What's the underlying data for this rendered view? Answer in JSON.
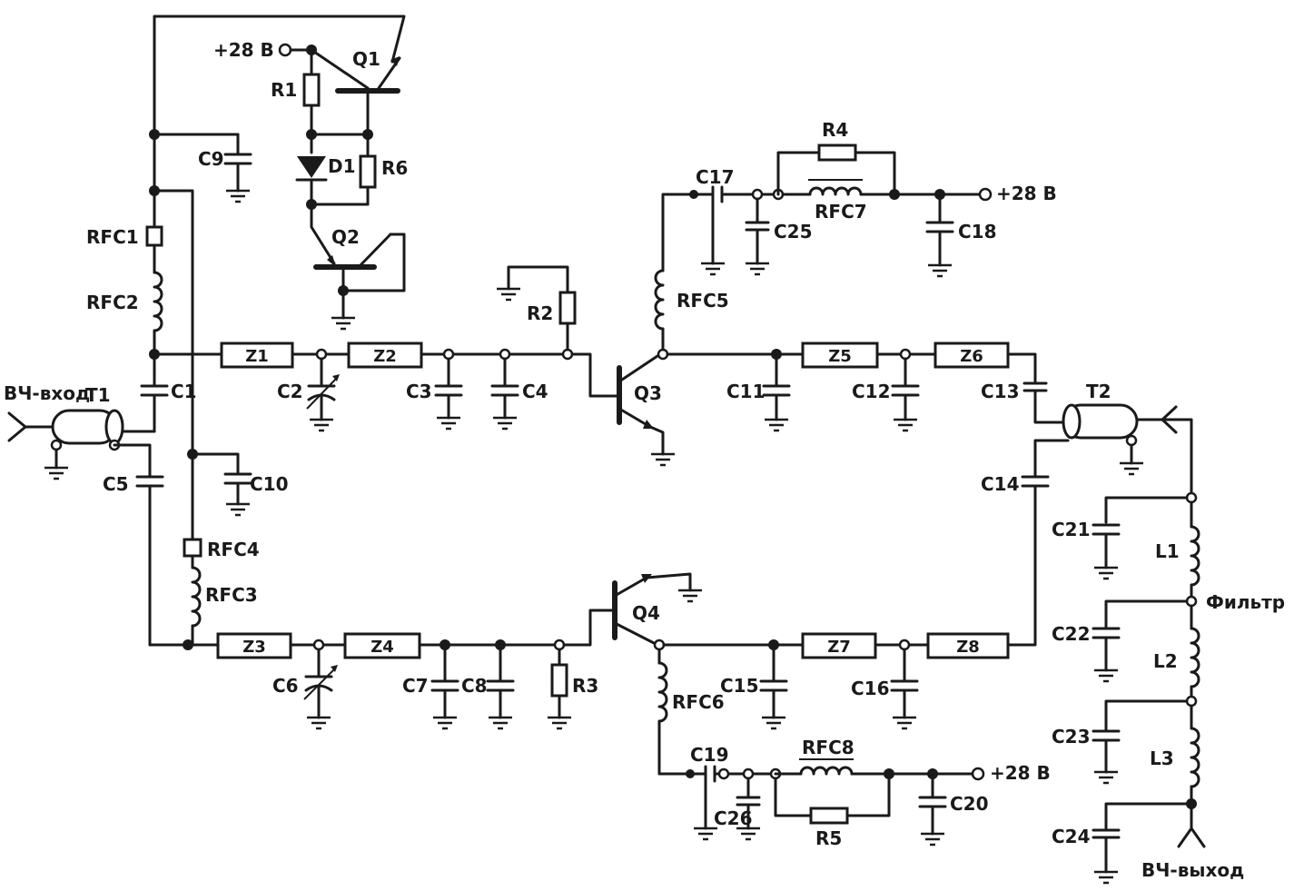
{
  "labels": {
    "supply_top": "+28 В",
    "supply_right_top": "+28 В",
    "supply_right_bottom": "+28 В",
    "rf_input": "ВЧ-вход",
    "rf_output": "ВЧ-выход",
    "filter": "Фильтр"
  },
  "transistors": {
    "q1": "Q1",
    "q2": "Q2",
    "q3": "Q3",
    "q4": "Q4"
  },
  "diode": "D1",
  "resistors": {
    "r1": "R1",
    "r2": "R2",
    "r3": "R3",
    "r4": "R4",
    "r5": "R5",
    "r6": "R6"
  },
  "rfcs": {
    "rfc1": "RFC1",
    "rfc2": "RFC2",
    "rfc3": "RFC3",
    "rfc4": "RFC4",
    "rfc5": "RFC5",
    "rfc6": "RFC6",
    "rfc7": "RFC7",
    "rfc8": "RFC8"
  },
  "capacitors": {
    "c1": "C1",
    "c2": "C2",
    "c3": "C3",
    "c4": "C4",
    "c5": "C5",
    "c6": "C6",
    "c7": "C7",
    "c8": "C8",
    "c9": "C9",
    "c10": "C10",
    "c11": "C11",
    "c12": "C12",
    "c13": "C13",
    "c14": "C14",
    "c15": "C15",
    "c16": "C16",
    "c17": "C17",
    "c18": "C18",
    "c19": "C19",
    "c20": "C20",
    "c21": "C21",
    "c22": "C22",
    "c23": "C23",
    "c24": "C24",
    "c25": "C25",
    "c26": "C26"
  },
  "stripline_sections": {
    "z1": "Z1",
    "z2": "Z2",
    "z3": "Z3",
    "z4": "Z4",
    "z5": "Z5",
    "z6": "Z6",
    "z7": "Z7",
    "z8": "Z8"
  },
  "transformers": {
    "t1": "T1",
    "t2": "T2"
  },
  "inductors": {
    "l1": "L1",
    "l2": "L2",
    "l3": "L3"
  }
}
